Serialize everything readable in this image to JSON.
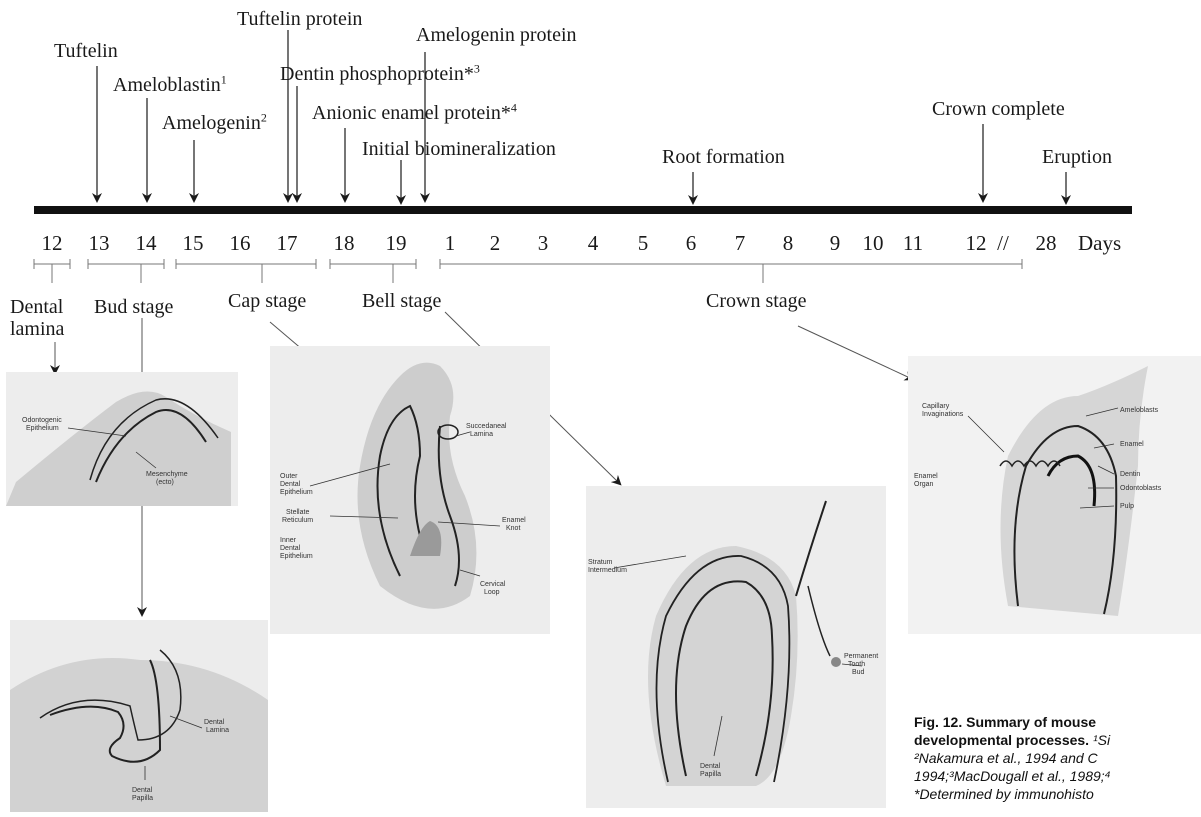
{
  "events": {
    "tuftelin": "Tuftelin",
    "ameloblastin": "Ameloblastin",
    "ameloblastin_ref": "1",
    "amelogenin": "Amelogenin",
    "amelogenin_ref": "2",
    "tuftelin_protein": "Tuftelin protein",
    "dentin_phosphoprotein": "Dentin phosphoprotein*",
    "dentin_phosphoprotein_ref": "3",
    "anionic_enamel_protein": "Anionic enamel protein*",
    "anionic_enamel_protein_ref": "4",
    "amelogenin_protein": "Amelogenin  protein",
    "initial_biomineralization": "Initial biomineralization",
    "root_formation": "Root formation",
    "crown_complete": "Crown complete",
    "eruption": "Eruption"
  },
  "timeline": {
    "days": [
      "12",
      "13",
      "14",
      "15",
      "16",
      "17",
      "18",
      "19",
      "1",
      "2",
      "3",
      "4",
      "5",
      "6",
      "7",
      "8",
      "9",
      "10",
      "11",
      "12",
      "//",
      "28"
    ],
    "unit": "Days"
  },
  "stages": {
    "dental_lamina_line1": "Dental",
    "dental_lamina_line2": "lamina",
    "bud": "Bud stage",
    "cap": "Cap stage",
    "bell": "Bell stage",
    "crown": "Crown stage"
  },
  "micro_labels": {
    "odontogenic_1": "Odontogenic",
    "odontogenic_2": "Epithelium",
    "mesenchyme_1": "Mesenchyme",
    "mesenchyme_2": "(ecto)",
    "dental_lamina_1": "Dental",
    "dental_lamina_2": "Lamina",
    "dental_papilla_1": "Dental",
    "dental_papilla_2": "Papilla",
    "succedaneous_1": "Succedaneal",
    "succedaneous_2": "Lamina",
    "outer_1": "Outer",
    "outer_2": "Dental",
    "outer_3": "Epithelium",
    "stellate_1": "Stellate",
    "stellate_2": "Reticulum",
    "enamel_knot_1": "Enamel",
    "enamel_knot_2": "Knot",
    "inner_1": "Inner",
    "inner_2": "Dental",
    "inner_3": "Epithelium",
    "cervical_1": "Cervical",
    "cervical_2": "Loop",
    "stratum_1": "Stratum",
    "stratum_2": "Intermedium",
    "permanent_1": "Permanent",
    "permanent_2": "Tooth",
    "permanent_3": "Bud",
    "bell_papilla_1": "Dental",
    "bell_papilla_2": "Papilla",
    "capillary_1": "Capillary",
    "capillary_2": "Invaginations",
    "ameloblasts": "Ameloblasts",
    "enamel": "Enamel",
    "dentin": "Dentin",
    "odontoblasts": "Odontoblasts",
    "pulp": "Pulp",
    "enamel_organ_1": "Enamel",
    "enamel_organ_2": "Organ"
  },
  "caption": {
    "line1": "Fig. 12. Summary of mouse",
    "line2_bold": "developmental processes.",
    "line2_ital": " ¹Si",
    "line3": "²Nakamura et al., 1994 and C",
    "line4": "1994;³MacDougall et al., 1989;⁴",
    "line5": "*Determined by immunohisto"
  },
  "colors": {
    "ink": "#1a1a1a",
    "paper": "#ffffff",
    "tissue": "#c9c9c9"
  }
}
